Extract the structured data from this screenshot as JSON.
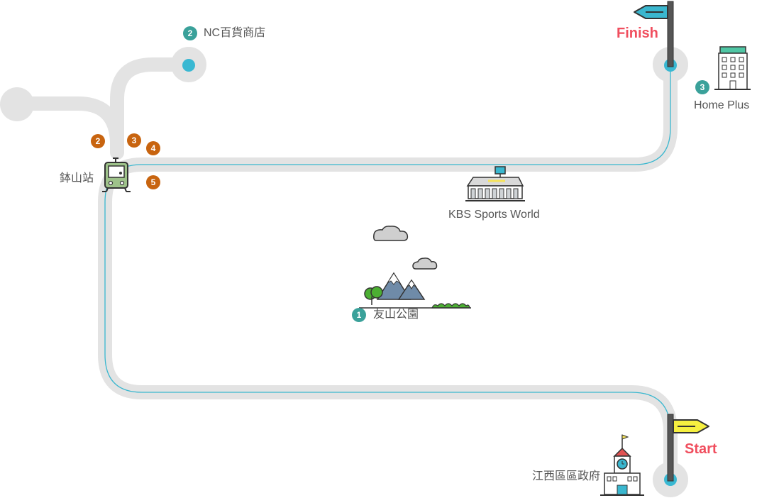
{
  "colors": {
    "road": "#e3e3e3",
    "route": "#3ab7cf",
    "station_dot": "#39b8d2",
    "badge_green": "#3aa19a",
    "badge_orange": "#c8640f",
    "flag_text": "#f04e5e",
    "label_text": "#555555"
  },
  "labels": {
    "nc_store": "NC百貨商店",
    "home_plus": "Home Plus",
    "station": "鉢山站",
    "kbs": "KBS Sports World",
    "park": "友山公園",
    "district_office": "江西區區政府",
    "finish": "Finish",
    "start": "Start"
  },
  "badges": {
    "nc_store": "2",
    "home_plus": "3",
    "park": "1",
    "exit_2": "2",
    "exit_3": "3",
    "exit_4": "4",
    "exit_5": "5"
  },
  "icons": {
    "finish_sign": "finish-signpost-icon",
    "start_sign": "start-signpost-icon",
    "station": "subway-train-icon",
    "home_plus": "building-icon",
    "kbs": "stadium-icon",
    "park": "mountain-park-icon",
    "clouds": "cloud-icon",
    "district_office": "city-hall-icon"
  }
}
